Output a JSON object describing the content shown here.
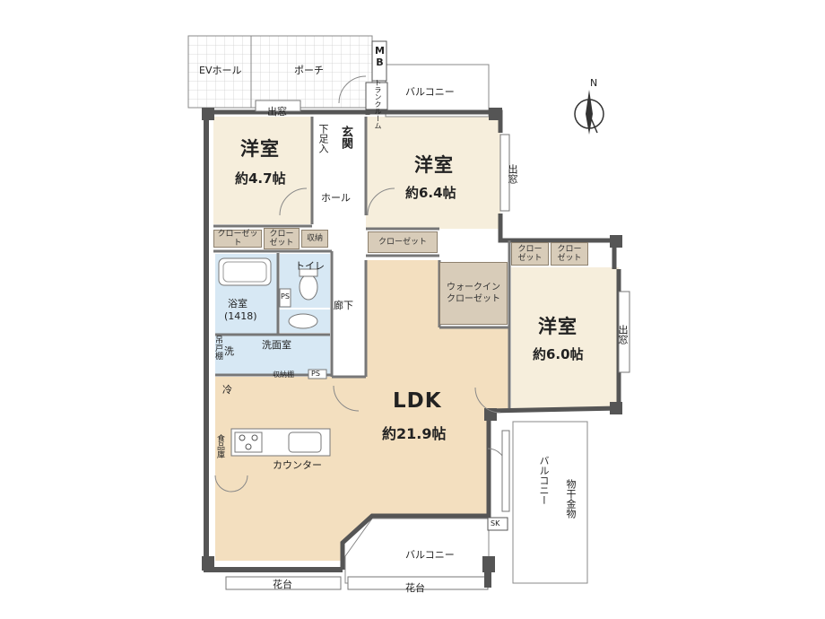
{
  "colors": {
    "wall": "#555555",
    "room_floor": "#f6eedc",
    "ldk_floor": "#f3dfbf",
    "wet_area": "#d7e8f4",
    "closet": "#d8ccb9",
    "outdoor": "#ffffff"
  },
  "compass": {
    "label": "N"
  },
  "rooms": {
    "bedroom_nw": {
      "name": "洋室",
      "size": "約4.7帖"
    },
    "bedroom_n": {
      "name": "洋室",
      "size": "約6.4帖"
    },
    "bedroom_e": {
      "name": "洋室",
      "size": "約6.0帖"
    },
    "ldk": {
      "name": "LDK",
      "size": "約21.9帖"
    },
    "bath": {
      "name": "浴室",
      "size": "(1418)"
    }
  },
  "labels": {
    "ev_hall": "EVホール",
    "porch": "ポーチ",
    "mb": "MB",
    "trunk_room": "トランクルーム",
    "balcony_top": "バルコニー",
    "balcony_right": "バルコニー",
    "balcony_bottom": "バルコニー",
    "window_top": "出窓",
    "window_right_top": "出窓",
    "window_right": "出窓",
    "shoe_box": "下足入",
    "entrance": "玄関",
    "hall": "ホール",
    "corridor": "廊下",
    "toilet": "トイレ",
    "washroom": "洗面室",
    "storage_shelf": "収納棚",
    "ps_1": "PS",
    "ps_2": "PS",
    "fridge": "冷",
    "pantry": "食品庫",
    "counter": "カウンター",
    "hanging_shelf": "吊戸棚",
    "wash_char": "洗",
    "laundry_hardware": "物干金物",
    "sk": "SK",
    "flower_bed_left": "花台",
    "flower_bed_right": "花台",
    "closet_1": "クローゼット",
    "closet_2": "クロー\nゼット",
    "storage": "収納",
    "closet_3": "クローゼット",
    "closet_4": "クロー\nゼット",
    "closet_5": "クロー\nゼット",
    "walk_in_closet": "ウォークイン\nクローゼット"
  }
}
